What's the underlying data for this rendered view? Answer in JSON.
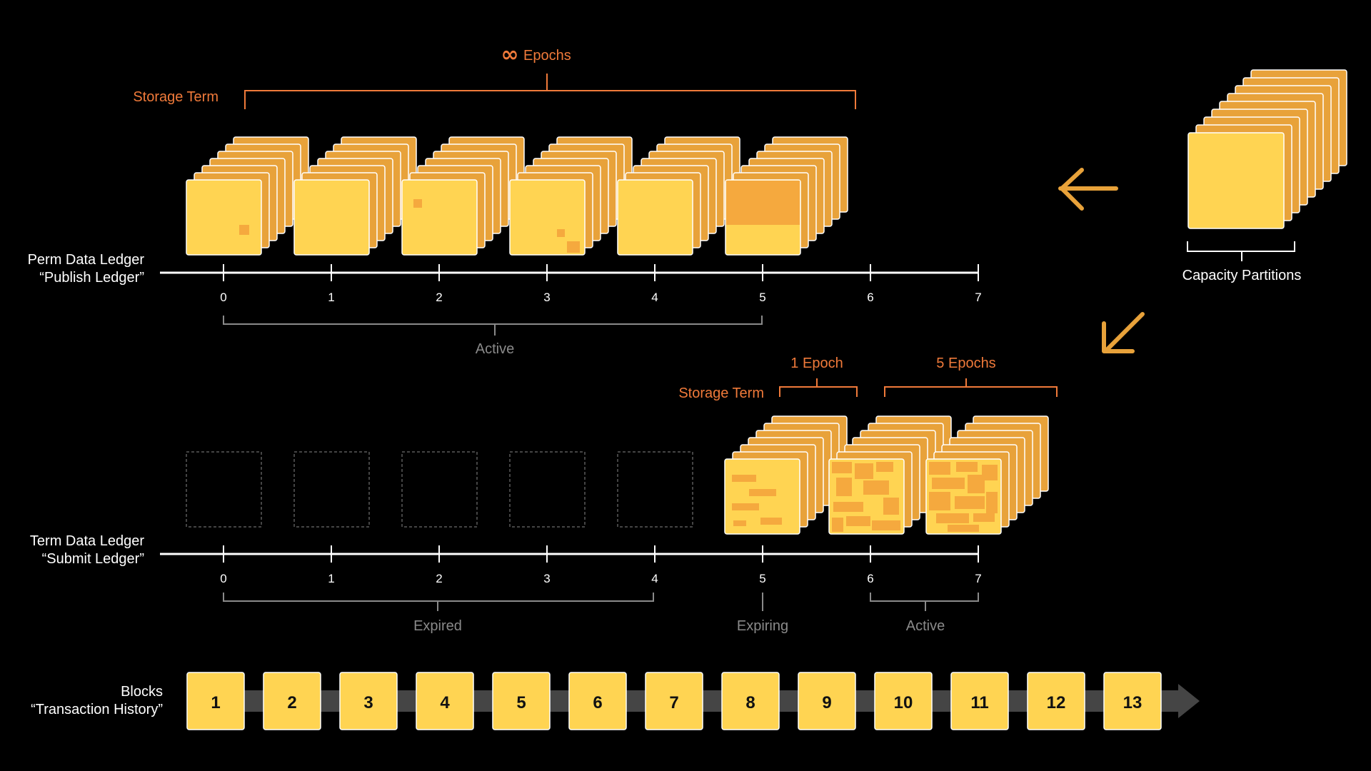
{
  "colors": {
    "background": "#000000",
    "tile_yellow": "#FFD452",
    "tile_orange": "#F5A93E",
    "tile_back": "#E8A23A",
    "accent_orange": "#F07A3A",
    "arrow_orange": "#E8A23A",
    "white": "#FFFFFF",
    "gray": "#8A8A8A",
    "block_track": "#454545"
  },
  "perm": {
    "title_line1": "Perm Data Ledger",
    "title_line2": "“Publish Ledger”",
    "storage_term_label": "Storage Term",
    "epochs_symbol": "∞",
    "epochs_label": "Epochs",
    "ticks": [
      "0",
      "1",
      "2",
      "3",
      "4",
      "5",
      "6",
      "7"
    ],
    "active_label": "Active"
  },
  "capacity": {
    "label": "Capacity Partitions"
  },
  "term": {
    "title_line1": "Term Data Ledger",
    "title_line2": "“Submit Ledger”",
    "storage_term_label": "Storage Term",
    "one_epoch_label": "1 Epoch",
    "five_epochs_label": "5 Epochs",
    "ticks": [
      "0",
      "1",
      "2",
      "3",
      "4",
      "5",
      "6",
      "7"
    ],
    "expired_label": "Expired",
    "expiring_label": "Expiring",
    "active_label": "Active"
  },
  "blocks": {
    "title_line1": "Blocks",
    "title_line2": "“Transaction History”",
    "items": [
      "1",
      "2",
      "3",
      "4",
      "5",
      "6",
      "7",
      "8",
      "9",
      "10",
      "11",
      "12",
      "13"
    ]
  }
}
